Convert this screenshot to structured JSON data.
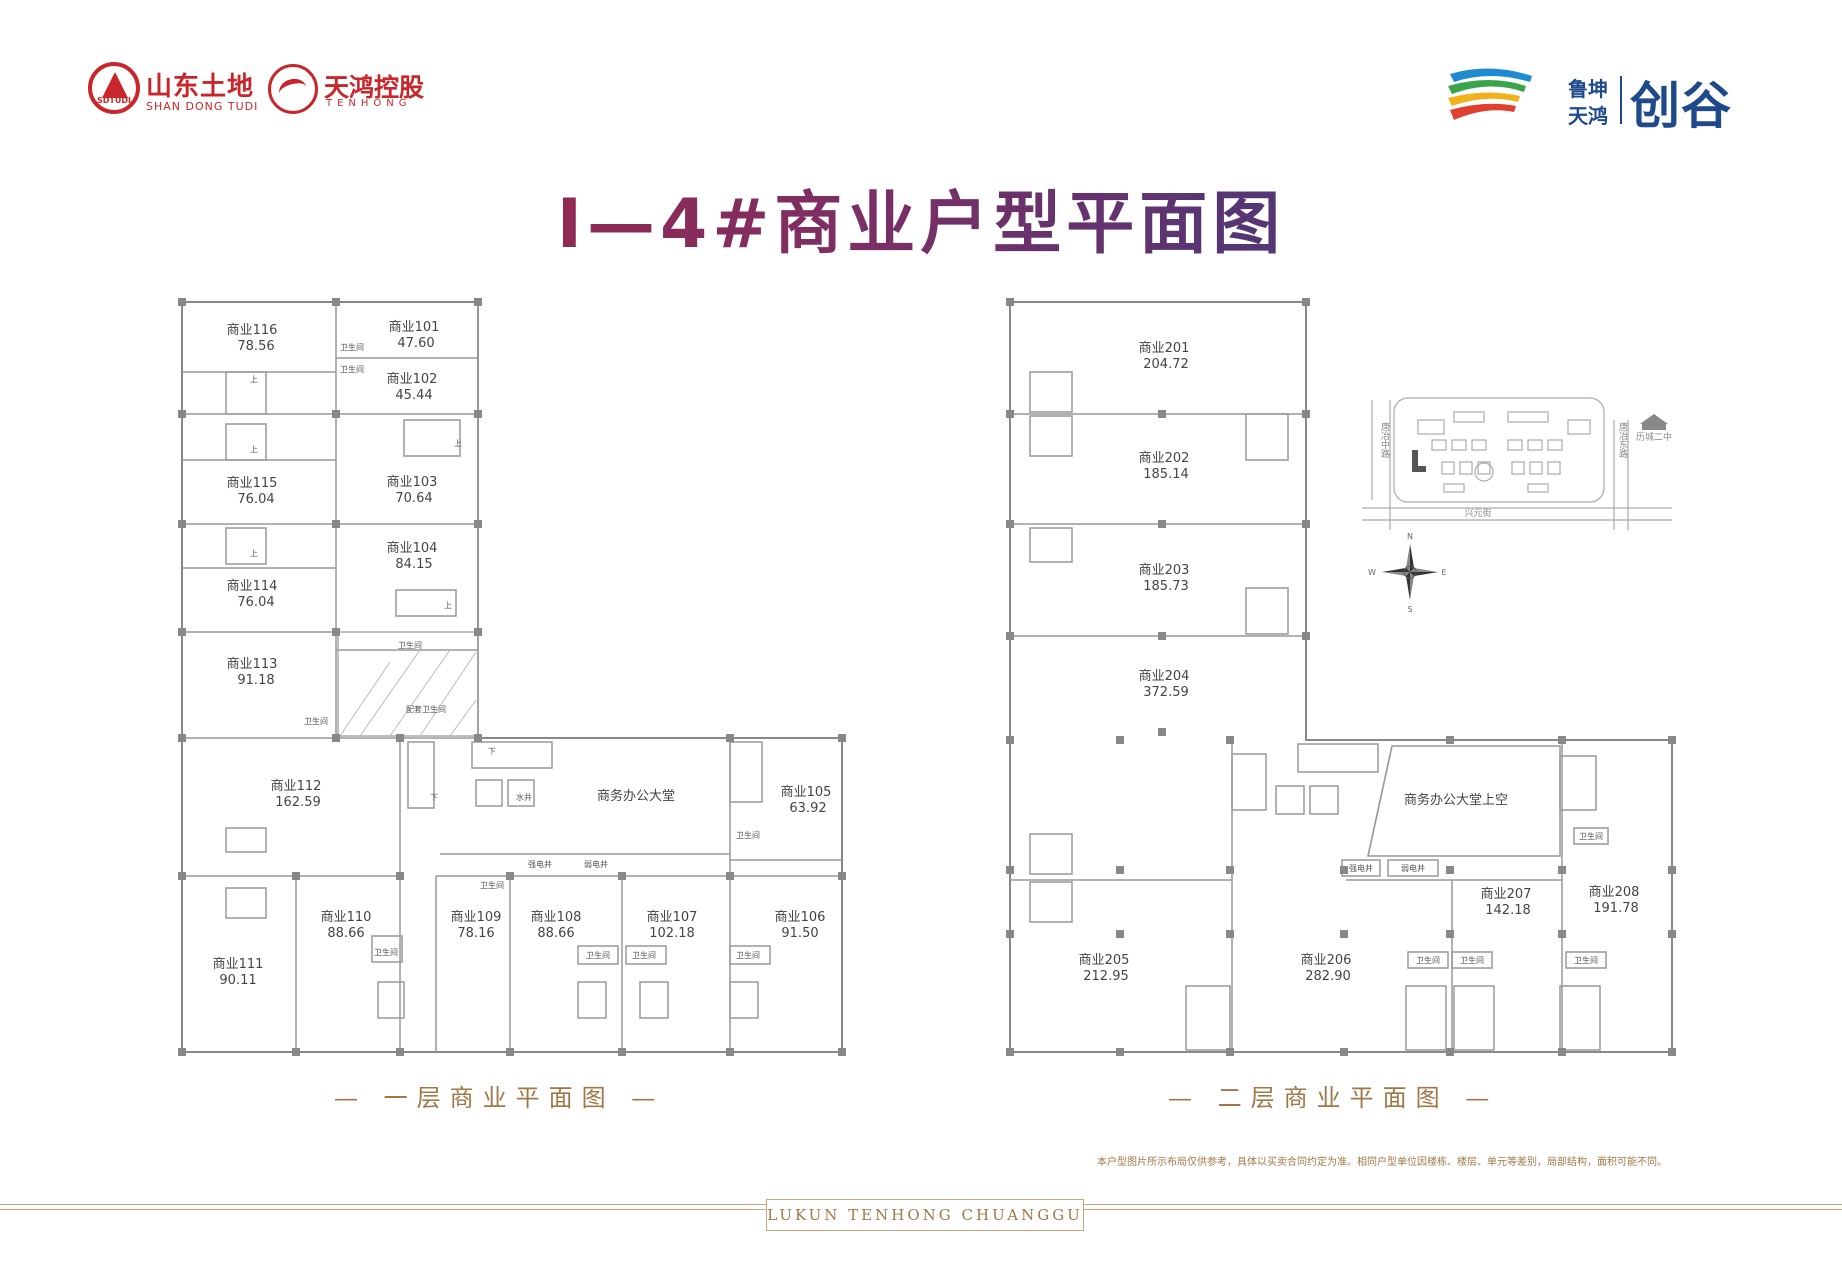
{
  "logos": {
    "shandong_mark": "SDTUDI",
    "shandong_cn": "山东土地",
    "shandong_en": "SHAN DONG TUDI",
    "tenhong_cn": "天鸿控股",
    "tenhong_en": "TENHONG",
    "right_cn_top": "鲁坤",
    "right_cn_bottom": "天鸿",
    "right_main": "创谷"
  },
  "title": "I—4#商业户型平面图",
  "floor1": {
    "caption": "— 一层商业平面图 —",
    "units": [
      {
        "name": "商业116",
        "area": "78.56"
      },
      {
        "name": "商业101",
        "area": "47.60"
      },
      {
        "name": "商业102",
        "area": "45.44"
      },
      {
        "name": "商业115",
        "area": "76.04"
      },
      {
        "name": "商业103",
        "area": "70.64"
      },
      {
        "name": "商业104",
        "area": "84.15"
      },
      {
        "name": "商业114",
        "area": "76.04"
      },
      {
        "name": "商业113",
        "area": "91.18"
      },
      {
        "name": "商业112",
        "area": "162.59"
      },
      {
        "name": "商业105",
        "area": "63.92"
      },
      {
        "name": "商业110",
        "area": "88.66"
      },
      {
        "name": "商业109",
        "area": "78.16"
      },
      {
        "name": "商业108",
        "area": "88.66"
      },
      {
        "name": "商业107",
        "area": "102.18"
      },
      {
        "name": "商业106",
        "area": "91.50"
      },
      {
        "name": "商业111",
        "area": "90.11"
      }
    ],
    "lobby": "商务办公大堂",
    "washroom": "卫生间",
    "support_washroom": "配套卫生间",
    "wet": "强电井",
    "weak": "弱电井",
    "water": "水井",
    "up": "上",
    "down": "下"
  },
  "floor2": {
    "caption": "— 二层商业平面图 —",
    "units": [
      {
        "name": "商业201",
        "area": "204.72"
      },
      {
        "name": "商业202",
        "area": "185.14"
      },
      {
        "name": "商业203",
        "area": "185.73"
      },
      {
        "name": "商业204",
        "area": "372.59"
      },
      {
        "name": "商业205",
        "area": "212.95"
      },
      {
        "name": "商业206",
        "area": "282.90"
      },
      {
        "name": "商业207",
        "area": "142.18"
      },
      {
        "name": "商业208",
        "area": "191.78"
      }
    ],
    "lobby_void": "商务办公大堂上空"
  },
  "site_map": {
    "road_bottom": "兴元街",
    "road_left": "唐冶中路",
    "road_right": "唐冶东路",
    "school": "历城二中",
    "compass_n": "N",
    "compass_s": "S",
    "compass_w": "W",
    "compass_e": "E"
  },
  "disclaimer": "本户型图片所示布局仅供参考，具体以买卖合同约定为准。相同户型单位因楼栋、楼层、单元等差别，局部结构，面积可能不同。",
  "brand_en": "LUKUN TENHONG CHUANGGU"
}
